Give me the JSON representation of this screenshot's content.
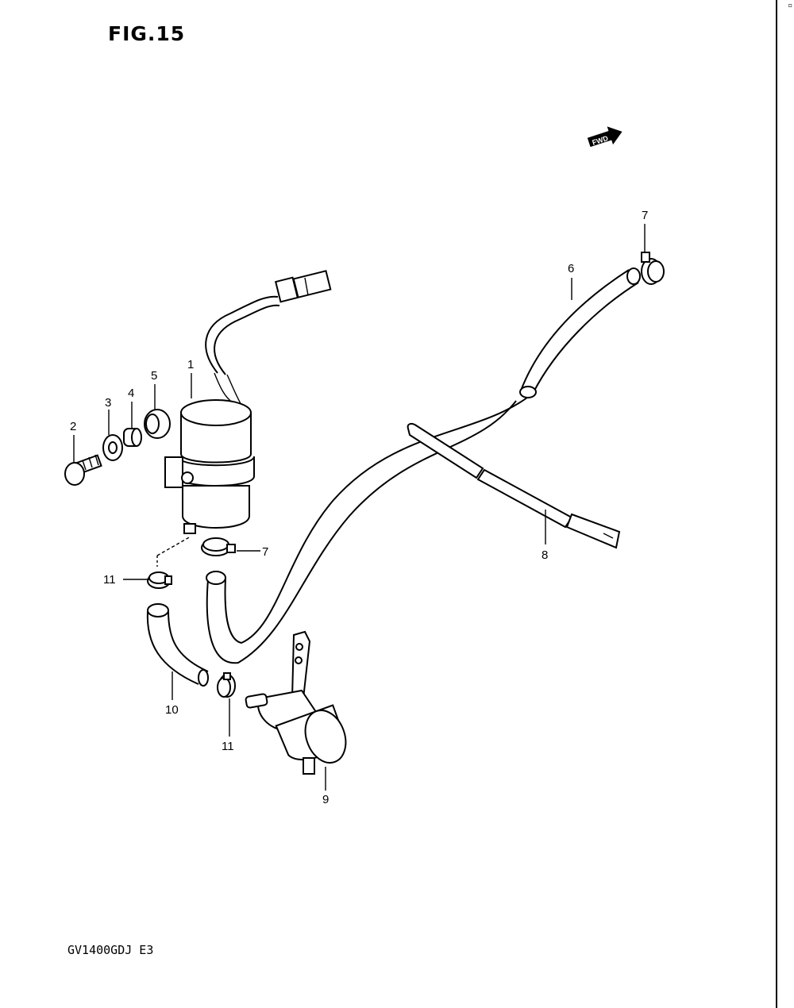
{
  "figure": {
    "title": "FIG.15",
    "model": "GV1400GDJ E3"
  },
  "fwd_label": "FWD",
  "callouts": {
    "c1": "1",
    "c2": "2",
    "c3": "3",
    "c4": "4",
    "c5": "5",
    "c6": "6",
    "c7a": "7",
    "c7b": "7",
    "c8": "8",
    "c9": "9",
    "c10": "10",
    "c11a": "11",
    "c11b": "11"
  }
}
